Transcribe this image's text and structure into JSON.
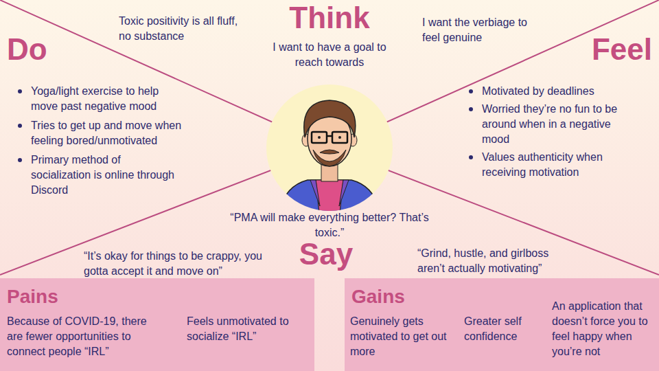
{
  "diagram": {
    "nodes": [
      {
        "text": [
          "Pains",
          "Because of COVID-19, there are fewer opportunities to connect people “IRL”",
          "Feels unmotivated to socialize “IRL”"
        ]
      },
      {
        "text": [
          "Gains",
          "Genuinely gets motivated to get out more",
          "Greater self confidence",
          "An application that doesn’t force you to feel happy when you’re not"
        ]
      }
    ],
    "labels": [
      "Think",
      "Do",
      "Feel",
      "Toxic positivity is all fluff, no substance",
      "I want to have a goal to reach towards",
      "I want the verbiage to feel genuine",
      "Yoga/light exercise to help move past negative mood",
      "Tries to get up and move when feeling bored/unmotivated",
      "Primary method of socialization is online through Discord",
      "Motivated by deadlines",
      "Worried they’re no fun to be around when in a negative mood",
      "Values authenticity when receiving motivation",
      "“PMA will make everything better? That’s toxic.”",
      "Say",
      "“It’s okay for things to be crappy, you gotta accept it and move on”",
      "“Grind, hustle, and girlboss aren’t actually motivating”"
    ]
  }
}
